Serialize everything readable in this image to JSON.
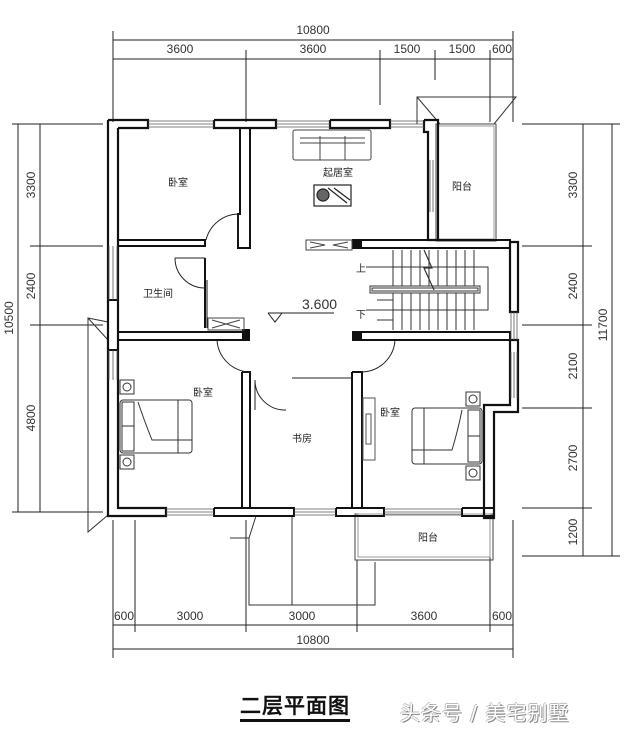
{
  "title": "二层平面图",
  "watermark": "头条号 / 美宅别墅",
  "level_mark": "3.600",
  "rooms": {
    "bedroom_nw": "卧室",
    "living_room": "起居室",
    "balcony_east": "阳台",
    "bathroom": "卫生间",
    "bedroom_sw": "卧室",
    "study": "书房",
    "bedroom_se": "卧室",
    "balcony_south": "阳台"
  },
  "stairs": {
    "up": "上",
    "down": "下"
  },
  "dimensions": {
    "top_total": "10800",
    "top_segments": [
      "3600",
      "3600",
      "1500",
      "1500",
      "600"
    ],
    "bottom_total": "10800",
    "bottom_segments": [
      "600",
      "3000",
      "3000",
      "3600",
      "600"
    ],
    "left_total": "10500",
    "left_segments": [
      "3300",
      "2400",
      "4800"
    ],
    "right_total": "11700",
    "right_segments": [
      "3300",
      "2400",
      "2100",
      "2700",
      "1200"
    ]
  },
  "colors": {
    "wall": "#111111",
    "line": "#333333",
    "thin": "#777777",
    "background": "#ffffff"
  }
}
